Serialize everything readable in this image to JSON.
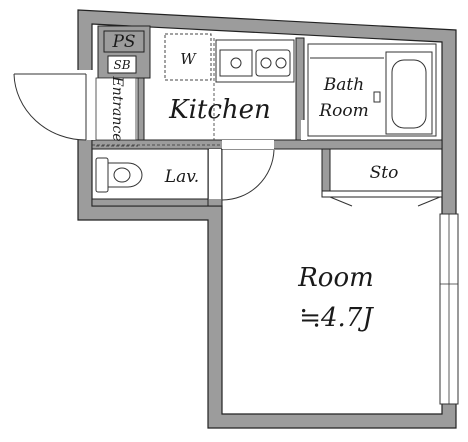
{
  "floorplan": {
    "labels": {
      "ps": "PS",
      "sb": "SB",
      "washer": "W",
      "entrance": "Entrance",
      "kitchen": "Kitchen",
      "bath_line1": "Bath",
      "bath_line2": "Room",
      "lavatory": "Lav.",
      "storage": "Sto",
      "room": "Room",
      "room_size": "≒4.7J"
    },
    "colors": {
      "wall": "#9c9c9c",
      "wall_outline": "#222222",
      "fixture": "#333333",
      "background": "#ffffff"
    },
    "icons": [
      "toilet-icon",
      "sink-icon",
      "stove-icon",
      "bathtub-icon",
      "door-swing-icon",
      "window-icon"
    ]
  }
}
